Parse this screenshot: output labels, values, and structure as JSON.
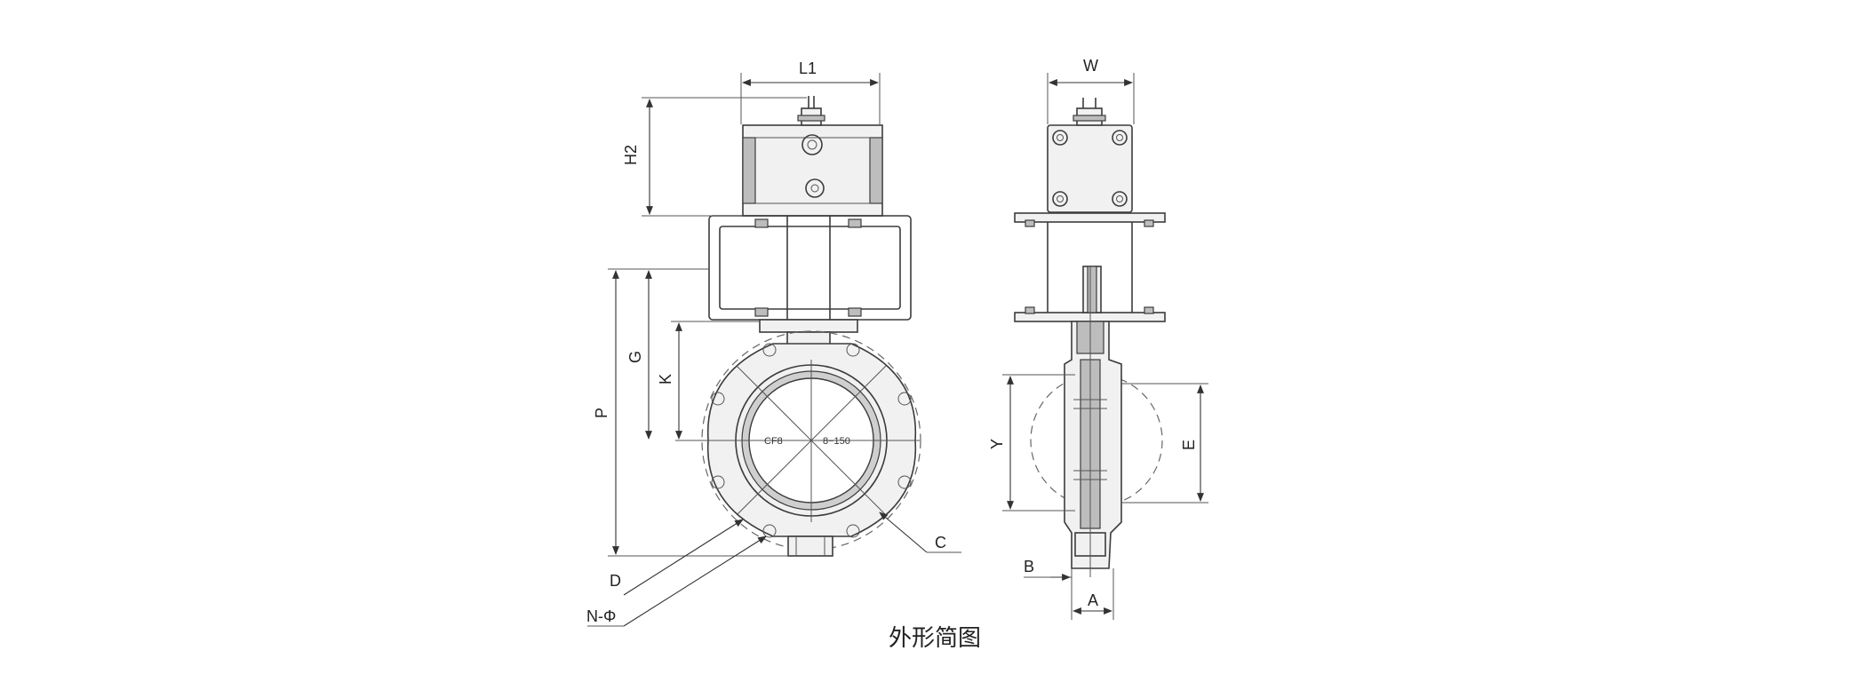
{
  "caption": "外形简图",
  "front_view": {
    "labels": {
      "l1": "L1",
      "h2": "H2",
      "g": "G",
      "k": "K",
      "p": "P",
      "c": "C",
      "d": "D",
      "n_phi": "N-Φ"
    },
    "body_marks": {
      "material": "CF8",
      "rating": "8−150"
    }
  },
  "side_view": {
    "labels": {
      "w": "W",
      "y": "Y",
      "e": "E",
      "b": "B",
      "a": "A"
    }
  }
}
